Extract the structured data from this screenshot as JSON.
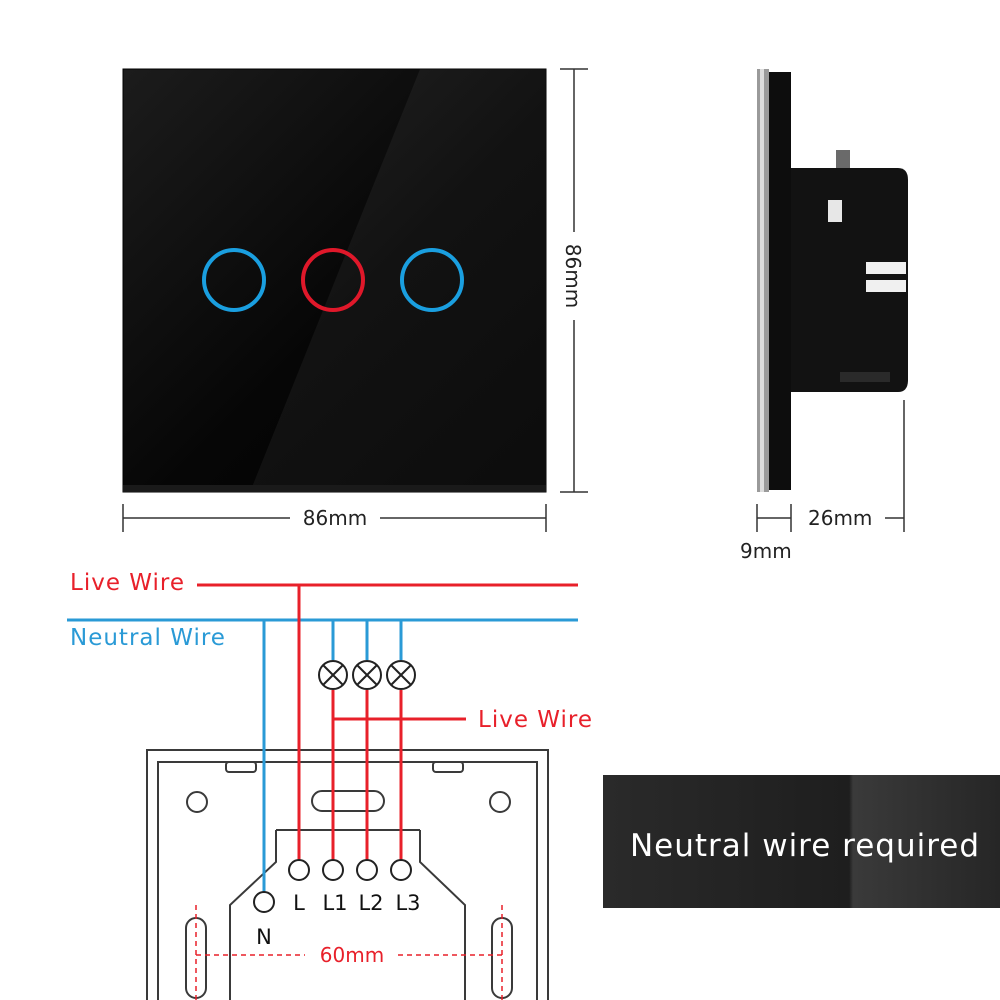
{
  "dimensions": {
    "front_width": "86mm",
    "front_height": "86mm",
    "side_depth": "26mm",
    "side_glass": "9mm",
    "mount_spacing": "60mm"
  },
  "wiring": {
    "live_wire_label": "Live Wire",
    "neutral_wire_label": "Neutral Wire",
    "load_live_label": "Live Wire",
    "terminals": [
      "N",
      "L",
      "L1",
      "L2",
      "L3"
    ]
  },
  "banner": {
    "text": "Neutral wire required"
  },
  "colors": {
    "live": "#e8202a",
    "neutral": "#2a9ad6",
    "panel": "#050505",
    "touch_blue": "#1a9fe0",
    "touch_red": "#e0182a"
  },
  "icons": {
    "lamp": "lamp-cross-circle-icon",
    "touch": "touch-ring-icon"
  }
}
